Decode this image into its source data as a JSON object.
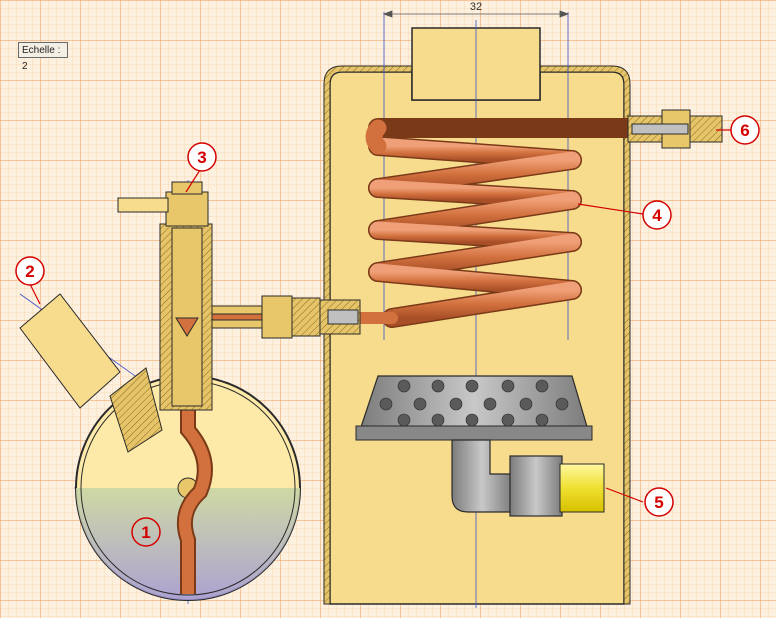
{
  "scale": {
    "label": "Echelle :",
    "value": "2"
  },
  "dimension": {
    "value": "32"
  },
  "callouts": [
    {
      "num": "1"
    },
    {
      "num": "2"
    },
    {
      "num": "3"
    },
    {
      "num": "4"
    },
    {
      "num": "5"
    },
    {
      "num": "6"
    }
  ],
  "colors": {
    "grid_minor": "#f3c99a",
    "grid_major": "#ea9a55",
    "background": "#fdf0de",
    "body_fill": "#f8dc8e",
    "metal": "#e8c66a",
    "copper": "#d2713e",
    "callout_red": "#d40000",
    "axis_blue": "#3a4fc8"
  }
}
